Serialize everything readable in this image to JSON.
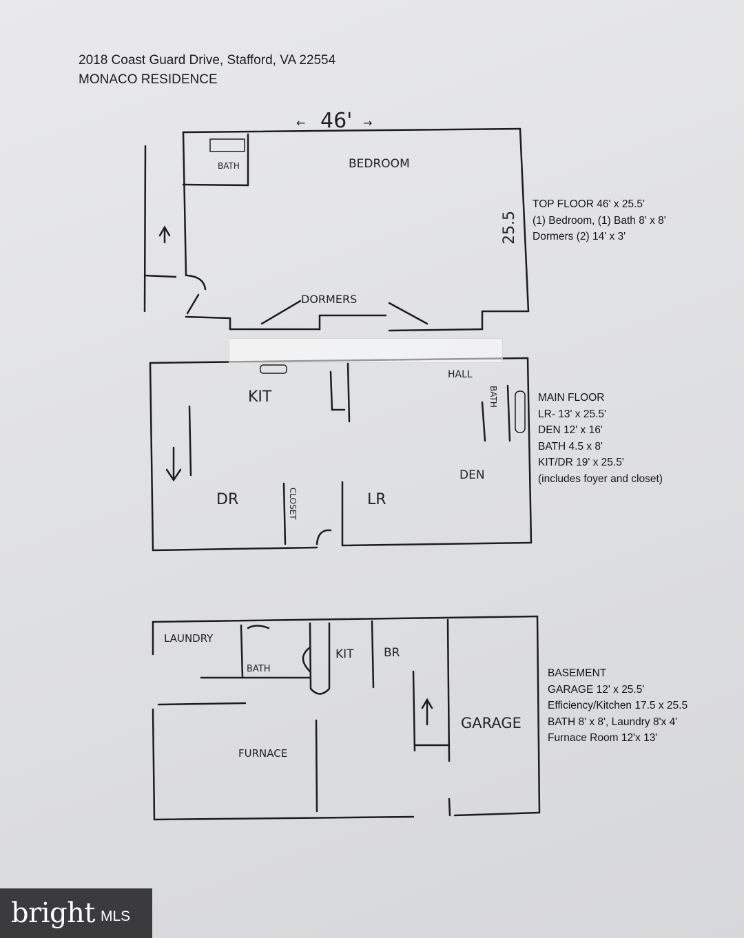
{
  "header": {
    "address": "2018 Coast Guard Drive, Stafford, VA 22554",
    "residence": "MONACO RESIDENCE"
  },
  "top_floor": {
    "width_label": "46'",
    "depth_label": "25.5",
    "rooms": {
      "bath": "BATH",
      "bedroom": "BEDROOM",
      "dormers": "DORMERS"
    },
    "notes": [
      "TOP FLOOR  46' x 25.5'",
      "(1) Bedroom, (1) Bath 8' x 8'",
      "Dormers (2) 14' x 3'"
    ]
  },
  "main_floor": {
    "rooms": {
      "kit": "KIT",
      "hall": "HALL",
      "bath": "BATH",
      "den": "DEN",
      "dr": "DR",
      "lr": "LR",
      "closet": "CLOSET"
    },
    "notes": [
      "MAIN FLOOR",
      "LR- 13' x 25.5'",
      "DEN 12' x 16'",
      "BATH 4.5 x 8'",
      "KIT/DR 19' x 25.5'",
      "(includes foyer and closet)"
    ]
  },
  "basement": {
    "rooms": {
      "laundry": "LAUNDRY",
      "bath": "BATH",
      "kit": "KIT",
      "br": "BR",
      "garage": "GARAGE",
      "furnace": "FURNACE"
    },
    "notes": [
      "BASEMENT",
      "GARAGE 12' x 25.5'",
      "Efficiency/Kitchen 17.5 x 25.5",
      "BATH 8' x 8', Laundry 8'x 4'",
      "Furnace Room  12'x 13'"
    ]
  },
  "watermark": {
    "brand": "bright",
    "suffix": "MLS"
  }
}
